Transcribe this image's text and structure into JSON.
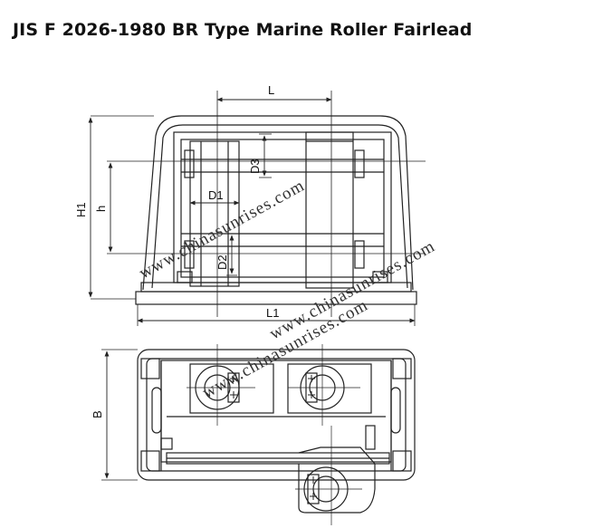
{
  "title": "JIS F 2026-1980 BR Type Marine Roller Fairlead",
  "dimensions": {
    "L": "L",
    "L1": "L1",
    "H1": "H1",
    "h": "h",
    "D1": "D1",
    "D2": "D2",
    "D3": "D3",
    "B": "B"
  },
  "watermarks": [
    "www.chinasunrises.com",
    "www.chinasunrises.com",
    "www.chinasunrises.com"
  ],
  "colors": {
    "line": "#222222",
    "text": "#111111",
    "background": "#ffffff"
  }
}
